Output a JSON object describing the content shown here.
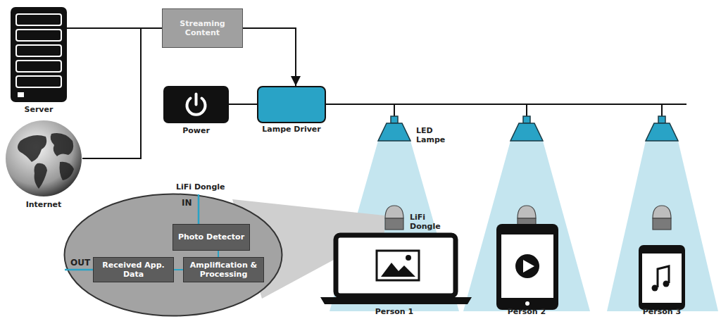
{
  "diagram": {
    "nodes": [
      {
        "text": [
          "Server"
        ]
      },
      {
        "text": [
          "Streaming Content"
        ]
      },
      {
        "text": [
          "Power"
        ]
      },
      {
        "text": [
          "Lampe Driver"
        ]
      },
      {
        "text": [
          "LED Lampe"
        ]
      },
      {
        "text": [
          "Internet"
        ]
      },
      {
        "text": [
          "LiFi Dongle"
        ]
      },
      {
        "text": [
          "Photo Detector"
        ],
        "in": 6
      },
      {
        "text": [
          "Amplification & Processing"
        ],
        "in": 6
      },
      {
        "text": [
          "Received App. Data"
        ],
        "in": 6
      },
      {
        "text": [
          "LiFi Dongle"
        ]
      }
    ],
    "edges": [
      {
        "from": 0,
        "to": 1,
        "arrow": "none"
      },
      {
        "from": 5,
        "to": 1,
        "arrow": "none"
      },
      {
        "from": 1,
        "to": 3,
        "arrow": "to"
      },
      {
        "from": 2,
        "to": 3,
        "arrow": "none"
      },
      {
        "from": 3,
        "to": 4,
        "arrow": "none"
      },
      {
        "from": 7,
        "to": 8,
        "arrow": "none"
      },
      {
        "from": 8,
        "to": 9,
        "arrow": "none"
      }
    ],
    "labels": [
      "IN",
      "OUT",
      "Person 1",
      "Person 2",
      "Person 3"
    ]
  }
}
